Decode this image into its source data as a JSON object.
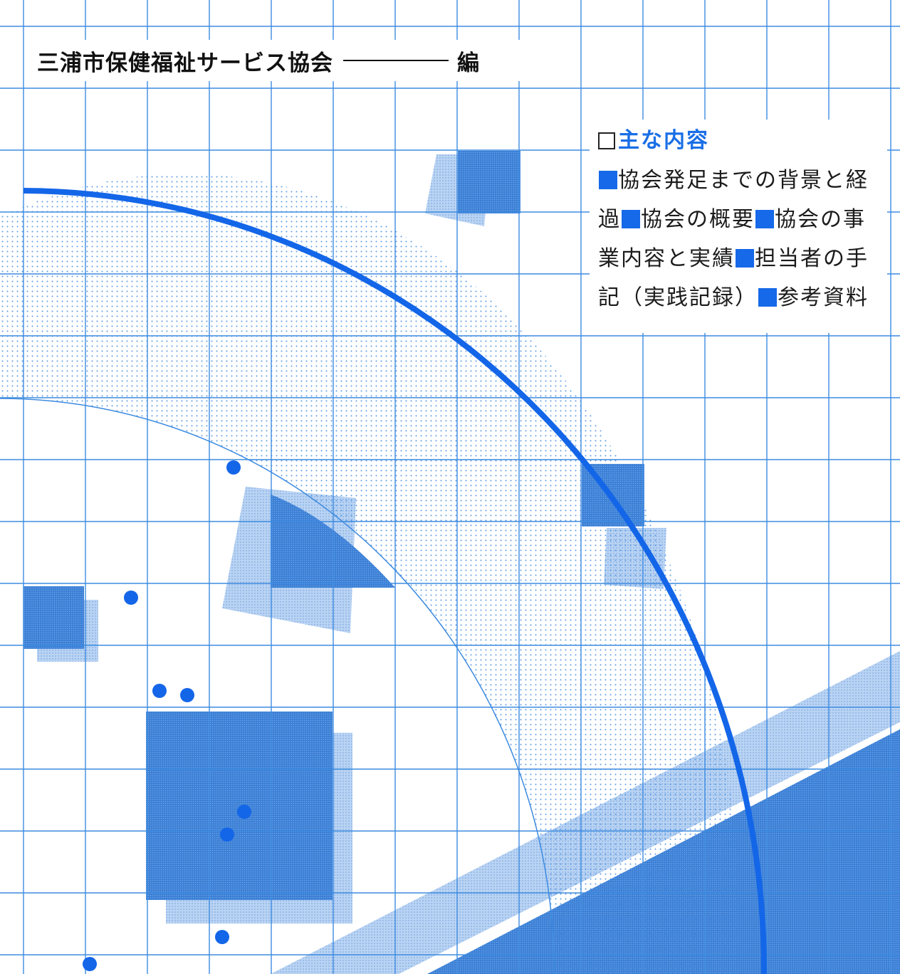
{
  "publisher": {
    "name": "三浦市保健福祉サービス協会",
    "suffix": "編"
  },
  "contents": {
    "heading": "主な内容",
    "items": [
      "協会発足までの背景と経過",
      "協会の概要",
      "協会の事業内容と実績",
      "担当者の手記（実践記録）",
      "参考資料"
    ]
  },
  "colors": {
    "grid": "#3d8be0",
    "accent": "#1a6fe6",
    "panel": "#2f78d1"
  },
  "icons": {
    "heading_marker": "white-square-icon",
    "item_marker": "blue-square-icon"
  }
}
